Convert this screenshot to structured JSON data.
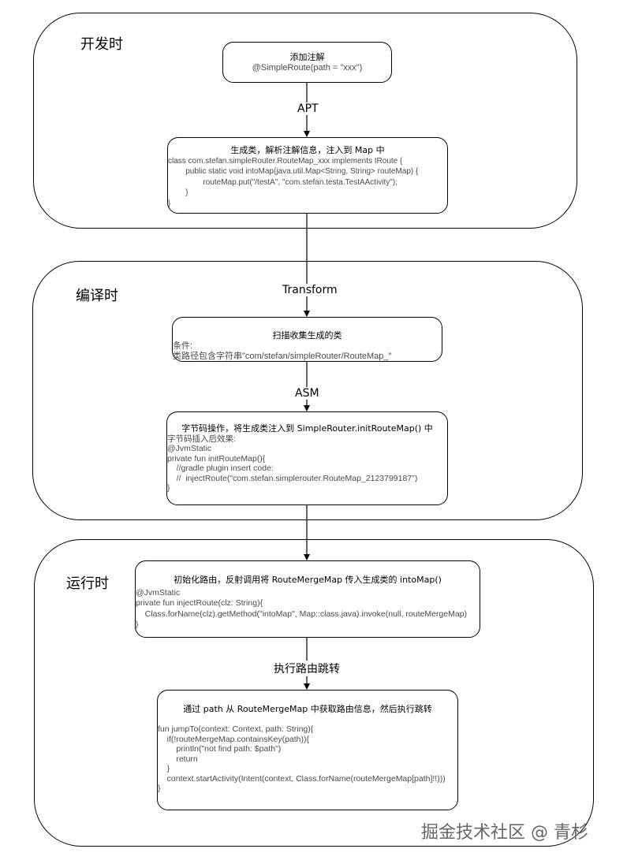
{
  "phases": [
    {
      "title": "开发时",
      "boxes": [
        {
          "head": "添加注解",
          "body": "@SimpleRoute(path = \"xxx\")"
        },
        {
          "head": "生成类，解析注解信息，注入到 Map 中",
          "body": "class com.stefan.simpleRouter.RouteMap_xxx implements IRoute {\n        public static void intoMap(java.util.Map<String, String> routeMap) {\n                routeMap.put(\"/testA\", \"com.stefan.testa.TestAActivity\");\n        }\n}"
        }
      ],
      "edge_label": "APT"
    },
    {
      "title": "编译时",
      "boxes": [
        {
          "head": "扫描收集生成的类",
          "body": "条件:\n类路径包含字符串\"com/stefan/simpleRouter/RouteMap_\""
        },
        {
          "head": "字节码操作，将生成类注入到 SimpleRouter.initRouteMap() 中",
          "body": "字节码插入后效果:\n@JvmStatic\nprivate fun initRouteMap(){\n    //gradle plugin insert code:\n    //  injectRoute(\"com.stefan.simplerouter.RouteMap_2123799187\")\n}"
        }
      ],
      "edge_label_in": "Transform",
      "edge_label": "ASM"
    },
    {
      "title": "运行时",
      "boxes": [
        {
          "head": "初始化路由，反射调用将 RouteMergeMap 传入生成类的 intoMap()",
          "body": "@JvmStatic\nprivate fun injectRoute(clz: String){\n    Class.forName(clz).getMethod(\"intoMap\", Map::class.java).invoke(null, routeMergeMap)\n}"
        },
        {
          "head": "通过 path 从 RouteMergeMap 中获取路由信息，然后执行跳转",
          "body": "\nfun jumpTo(context: Context, path: String){\n    if(!routeMergeMap.containsKey(path)){\n        println(\"not find path: $path\")\n        return\n    }\n    context.startActivity(Intent(context, Class.forName(routeMergeMap[path]!!)))\n}"
        }
      ],
      "edge_label": "执行路由跳转"
    }
  ],
  "watermark": "掘金技术社区 @ 青杉"
}
